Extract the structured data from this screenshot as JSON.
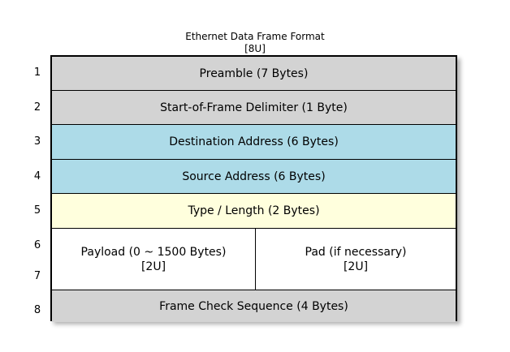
{
  "diagram": {
    "title": "Ethernet Data Frame Format",
    "title_annotation": "[8U]",
    "background_color": "#ffffff",
    "border_color": "#000000",
    "colors": {
      "gray": "#d3d3d3",
      "blue": "#addbe8",
      "yellow": "#ffffdd",
      "white": "#ffffff"
    },
    "row_numbers": [
      "1",
      "2",
      "3",
      "4",
      "5",
      "6",
      "7",
      "8"
    ],
    "rows": [
      {
        "number": "1",
        "label": "Preamble (7 Bytes)",
        "color": "#d3d3d3"
      },
      {
        "number": "2",
        "label": "Start-of-Frame Delimiter (1 Byte)",
        "color": "#d3d3d3"
      },
      {
        "number": "3",
        "label": "Destination Address (6 Bytes)",
        "color": "#addbe8"
      },
      {
        "number": "4",
        "label": "Source Address (6 Bytes)",
        "color": "#addbe8"
      },
      {
        "number": "5",
        "label": "Type / Length (2 Bytes)",
        "color": "#ffffdd"
      },
      {
        "number": "6-7",
        "split": true,
        "left_label": "Payload (0 ~ 1500 Bytes)",
        "left_annotation": "[2U]",
        "right_label": "Pad (if necessary)",
        "right_annotation": "[2U]",
        "color": "#ffffff"
      },
      {
        "number": "8",
        "label": "Frame Check Sequence (4 Bytes)",
        "color": "#d3d3d3"
      }
    ]
  }
}
